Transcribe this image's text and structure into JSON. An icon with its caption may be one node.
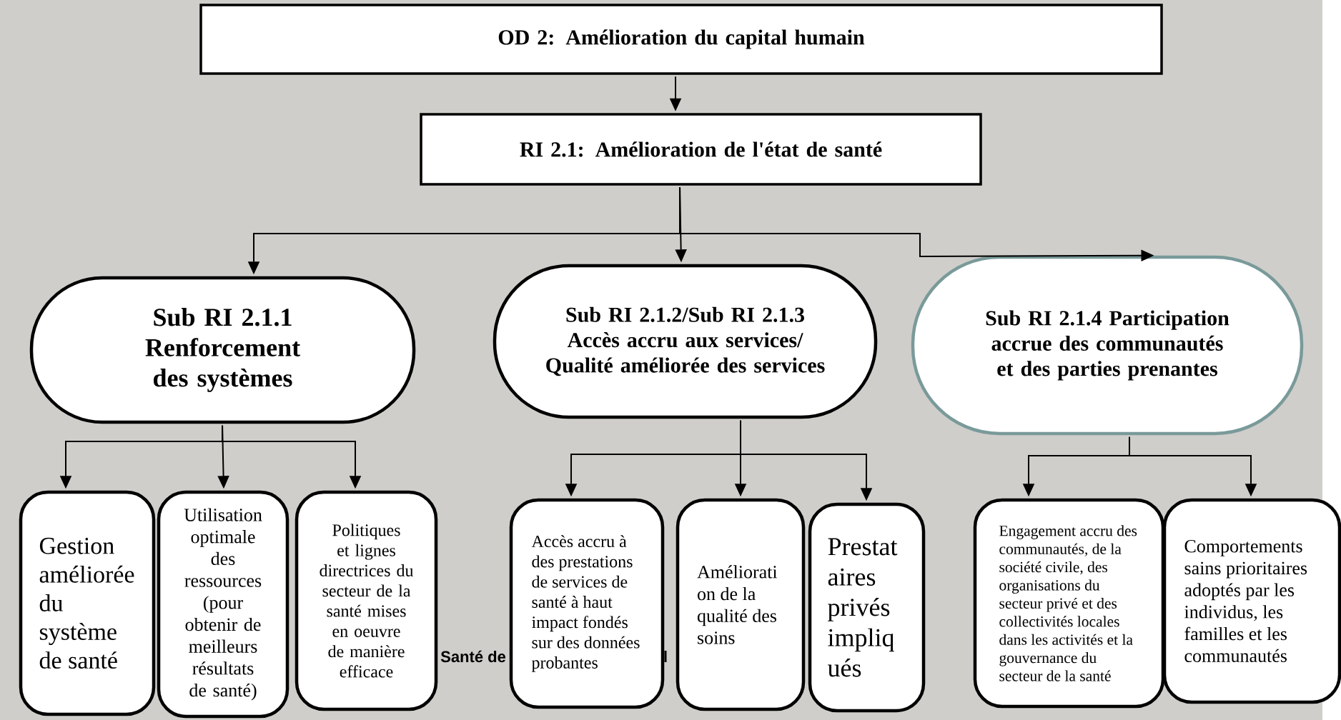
{
  "diagram": {
    "nodes": [
      {
        "text": [
          "OD 2: Amélioration du capital humain"
        ]
      },
      {
        "text": [
          "RI 2.1: Amélioration  de l'état de santé"
        ]
      },
      {
        "text": [
          "Sub RI 2.1.1 Renforcement des systèmes"
        ]
      },
      {
        "text": [
          "Sub RI 2.1.2/Sub RI 2.1.3 Accès accru aux services/ Qualité améliorée des services"
        ]
      },
      {
        "text": [
          "Sub RI 2.1.4 Participation accrue des communautés et des parties prenantes"
        ]
      },
      {
        "text": [
          "Gestion améliorée du système de santé"
        ]
      },
      {
        "text": [
          "Utilisation optimale des ressources (pour obtenir de meilleurs résultats de santé)"
        ]
      },
      {
        "text": [
          "Politiques et lignes directrices du secteur de la santé mises en oeuvre de manière efficace"
        ]
      },
      {
        "text": [
          "Accès accru à des prestations de services de santé à haut  impact fondés sur des données probantes"
        ]
      },
      {
        "text": [
          "Améliorati on de la qualité des soins"
        ]
      },
      {
        "text": [
          "Prestat aires privés impliq ués"
        ]
      },
      {
        "text": [
          "Engagement accru des communautés, de la société civile, des organisations du secteur privé et des collectivités locales dans les activités et la gouvernance du secteur de la santé"
        ]
      },
      {
        "text": [
          "Comportements sains prioritaires adoptés par les individus, les familles et les communautés"
        ]
      }
    ],
    "edges": [
      {
        "from": 0,
        "to": 1,
        "arrow": "to"
      },
      {
        "from": 1,
        "to": 2,
        "arrow": "to"
      },
      {
        "from": 1,
        "to": 3,
        "arrow": "to"
      },
      {
        "from": 1,
        "to": 4,
        "arrow": "to"
      },
      {
        "from": 2,
        "to": 5,
        "arrow": "to"
      },
      {
        "from": 2,
        "to": 6,
        "arrow": "to"
      },
      {
        "from": 2,
        "to": 7,
        "arrow": "to"
      },
      {
        "from": 3,
        "to": 8,
        "arrow": "to"
      },
      {
        "from": 3,
        "to": 9,
        "arrow": "to"
      },
      {
        "from": 3,
        "to": 10,
        "arrow": "to"
      },
      {
        "from": 4,
        "to": 11,
        "arrow": "to"
      },
      {
        "from": 4,
        "to": 12,
        "arrow": "to"
      }
    ],
    "labels": [
      "Santé de",
      "l"
    ]
  }
}
